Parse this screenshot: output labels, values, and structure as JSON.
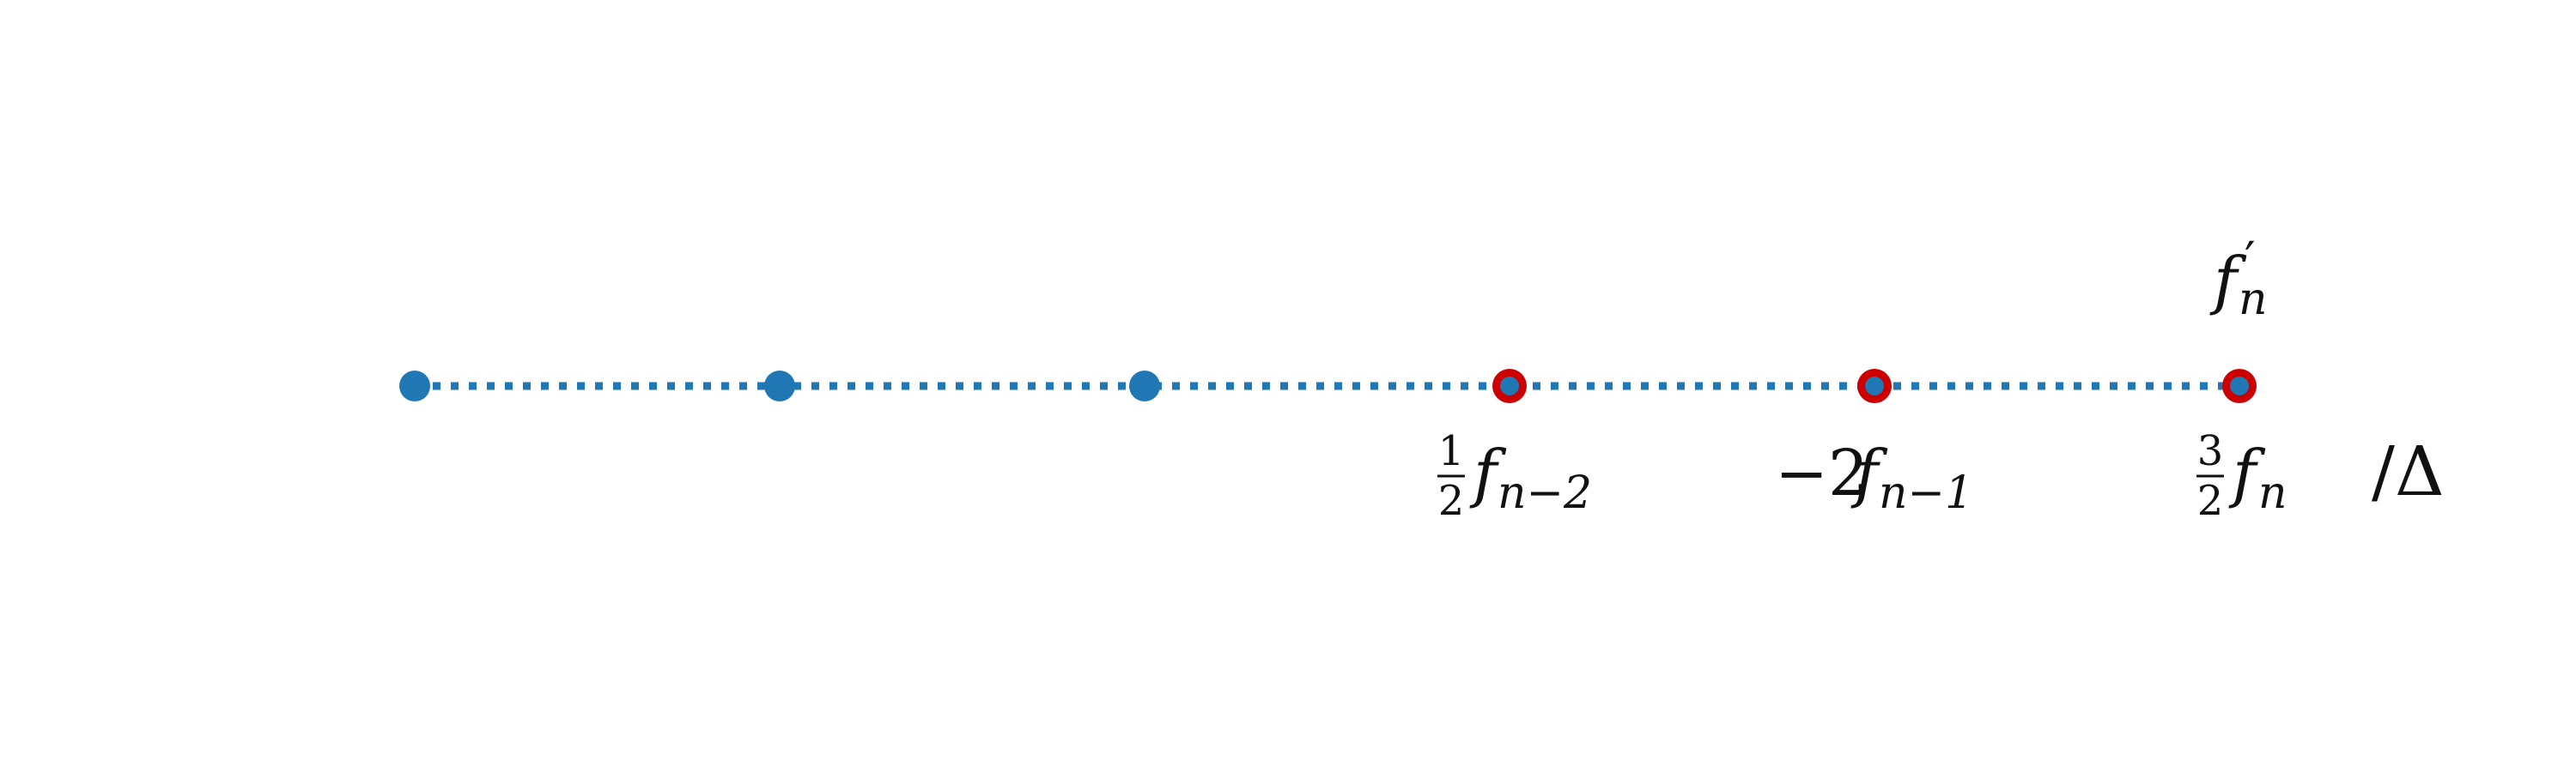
{
  "colors": {
    "background": "#ffffff",
    "line": "#1f77b4",
    "point_fill": "#1f77b4",
    "highlight_ring": "#cc0000",
    "text": "#111111"
  },
  "diagram": {
    "points": [
      {
        "index": 0,
        "highlighted": false
      },
      {
        "index": 1,
        "highlighted": false
      },
      {
        "index": 2,
        "highlighted": false
      },
      {
        "index": 3,
        "highlighted": true
      },
      {
        "index": 4,
        "highlighted": true
      },
      {
        "index": 5,
        "highlighted": true
      }
    ],
    "labels": {
      "coef_1_num": "1",
      "coef_1_den": "2",
      "term_1_base": "f",
      "term_1_sub": "n−2",
      "coef_2": "−2",
      "term_2_base": "f",
      "term_2_sub": "n−1",
      "coef_3_num": "3",
      "coef_3_den": "2",
      "term_3_base": "f",
      "term_3_sub": "n",
      "divisor": "/Δ",
      "result_base": "f",
      "result_prime": "′",
      "result_sub": "n"
    }
  }
}
